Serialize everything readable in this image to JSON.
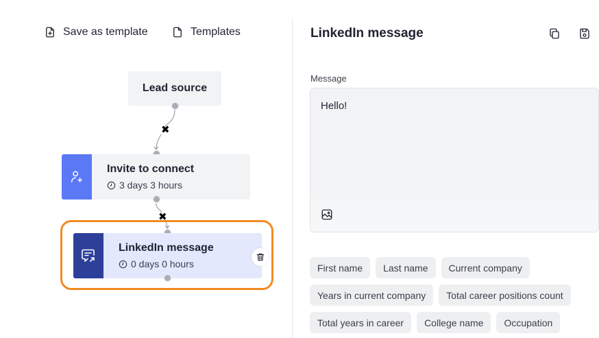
{
  "toolbar": {
    "save_template_label": "Save as template",
    "templates_label": "Templates"
  },
  "flow": {
    "lead_source": {
      "title": "Lead source"
    },
    "invite": {
      "title": "Invite to connect",
      "delay": "3 days 3 hours",
      "accent": "#5b78f5"
    },
    "linkedin": {
      "title": "LinkedIn message",
      "delay": "0 days 0 hours",
      "accent": "#2e3f99",
      "selected_border": "#f28a1f"
    },
    "remove_mark": "✖"
  },
  "panel": {
    "title": "LinkedIn message",
    "message_label": "Message",
    "message_value": "Hello!"
  },
  "variables": {
    "rows": [
      [
        "First name",
        "Last name",
        "Current company"
      ],
      [
        "Years in current company",
        "Total career positions count"
      ],
      [
        "Total years in career",
        "College name",
        "Occupation"
      ]
    ]
  }
}
